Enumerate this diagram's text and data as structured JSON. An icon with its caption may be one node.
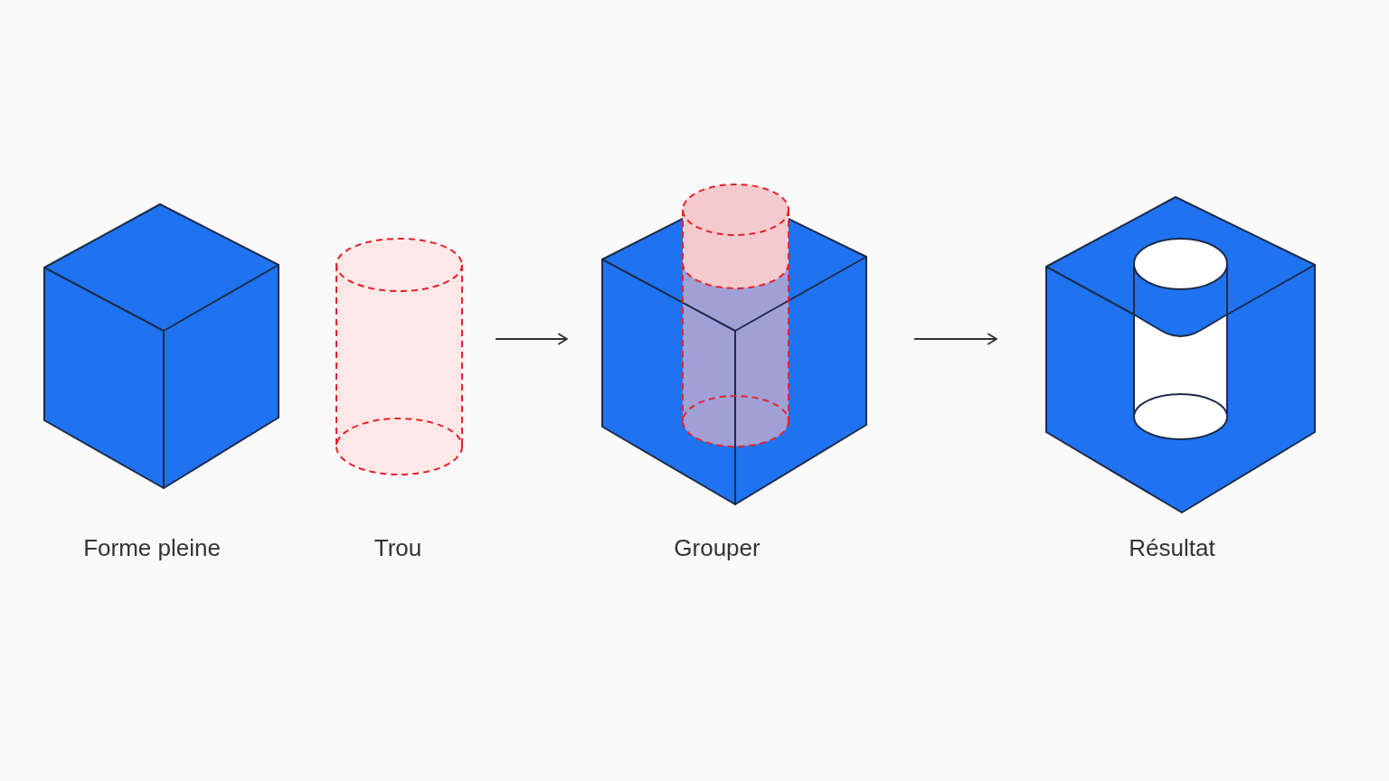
{
  "diagram": {
    "nodes": [
      {
        "text": [
          "Forme pleine"
        ]
      },
      {
        "text": [
          "Trou"
        ]
      },
      {
        "text": [
          "Grouper"
        ]
      },
      {
        "text": [
          "Résultat"
        ]
      }
    ],
    "edges": [
      {
        "from": 1,
        "to": 2,
        "arrow": "to"
      },
      {
        "from": 2,
        "to": 3,
        "arrow": "to"
      }
    ]
  }
}
